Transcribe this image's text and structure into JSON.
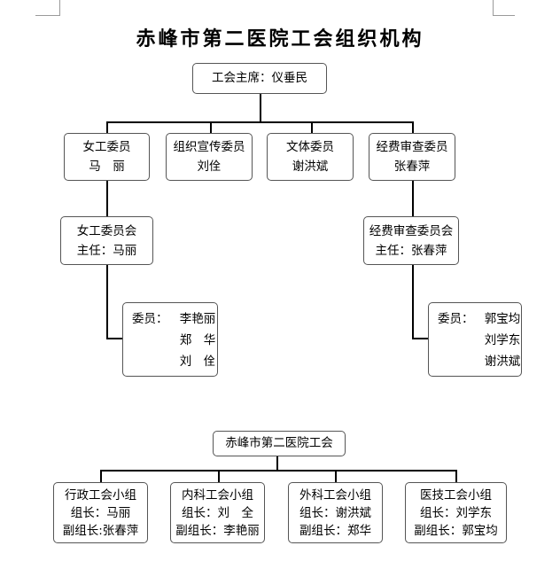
{
  "title": "赤峰市第二医院工会组织机构",
  "chairman": "工会主席：仪垂民",
  "committees": [
    {
      "role": "女工委员",
      "name": "马　丽"
    },
    {
      "role": "组织宣传委员",
      "name": "刘佺"
    },
    {
      "role": "文体委员",
      "name": "谢洪斌"
    },
    {
      "role": "经费审查委员",
      "name": "张春萍"
    }
  ],
  "women_committee": {
    "title": "女工委员会",
    "director": "主任：马丽",
    "members_label": "委员：",
    "members": [
      "李艳丽",
      "郑　华",
      "刘　佺"
    ]
  },
  "audit_committee": {
    "title": "经费审查委员会",
    "director": "主任：张春萍",
    "members_label": "委员：",
    "members": [
      "郭宝均",
      "刘学东",
      "谢洪斌"
    ]
  },
  "union": "赤峰市第二医院工会",
  "groups": [
    {
      "name": "行政工会小组",
      "leader": "组长：马丽",
      "deputy": "副组长:张春萍"
    },
    {
      "name": "内科工会小组",
      "leader": "组长：刘　全",
      "deputy": "副组长：李艳丽"
    },
    {
      "name": "外科工会小组",
      "leader": "组长：谢洪斌",
      "deputy": "副组长：郑华"
    },
    {
      "name": "医技工会小组",
      "leader": "组长：刘学东",
      "deputy": "副组长：郭宝均"
    }
  ]
}
